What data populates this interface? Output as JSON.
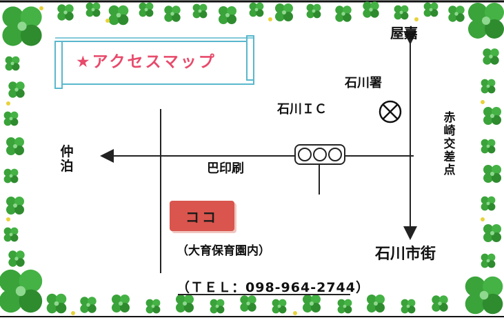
{
  "map": {
    "title": "アクセスマップ",
    "title_star": "★",
    "labels": {
      "north": "屋嘉",
      "police": "石川署",
      "ic": "石川ＩＣ",
      "west": "仲泊",
      "east_crossing": "赤崎交差点",
      "street": "巴印刷",
      "south": "石川市街",
      "building": "ココ",
      "building_note": "（大育保育園内）"
    },
    "tel": {
      "prefix": "（ＴＥＬ：",
      "number": "098-964-2744",
      "suffix": "）"
    },
    "icons": [
      "clover-icon",
      "police-station-icon",
      "traffic-light-icon",
      "star-icon"
    ],
    "colors": {
      "clover": "#3aa33a",
      "clover_dark": "#2e8b2e",
      "title_pink": "#e84a6b",
      "scroll_outline": "#58b7cc",
      "building_fill": "#d9554d",
      "road": "#222222"
    }
  }
}
